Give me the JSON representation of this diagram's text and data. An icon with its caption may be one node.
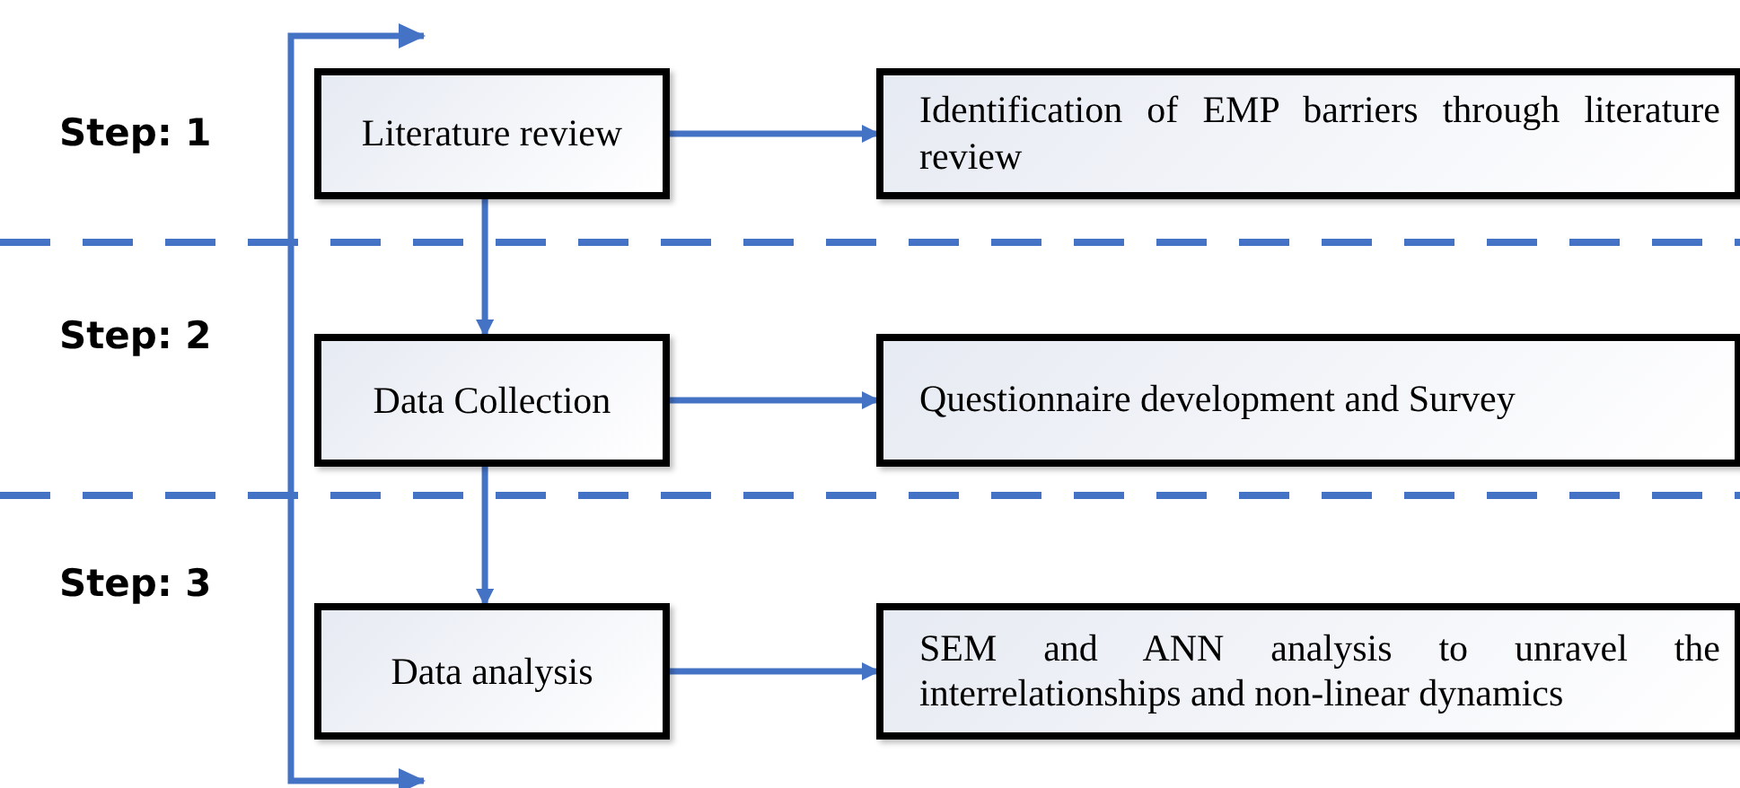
{
  "diagram": {
    "nodes": [
      {
        "text": [
          "Literature review"
        ]
      },
      {
        "text": [
          "Identification of EMP barriers through literature review"
        ]
      },
      {
        "text": [
          "Data Collection"
        ]
      },
      {
        "text": [
          "Questionnaire development and Survey"
        ]
      },
      {
        "text": [
          "Data analysis"
        ]
      },
      {
        "text": [
          "SEM and ANN analysis to unravel the interrelationships and non-linear dynamics"
        ]
      }
    ],
    "edges": [
      {
        "from": 0,
        "to": 1,
        "arrow": "to"
      },
      {
        "from": 0,
        "to": 2,
        "arrow": "to"
      },
      {
        "from": 2,
        "to": 3,
        "arrow": "to"
      },
      {
        "from": 2,
        "to": 4,
        "arrow": "to"
      },
      {
        "from": 4,
        "to": 5,
        "arrow": "to"
      }
    ],
    "labels": [
      "Step: 1",
      "Step: 2",
      "Step: 3"
    ]
  }
}
